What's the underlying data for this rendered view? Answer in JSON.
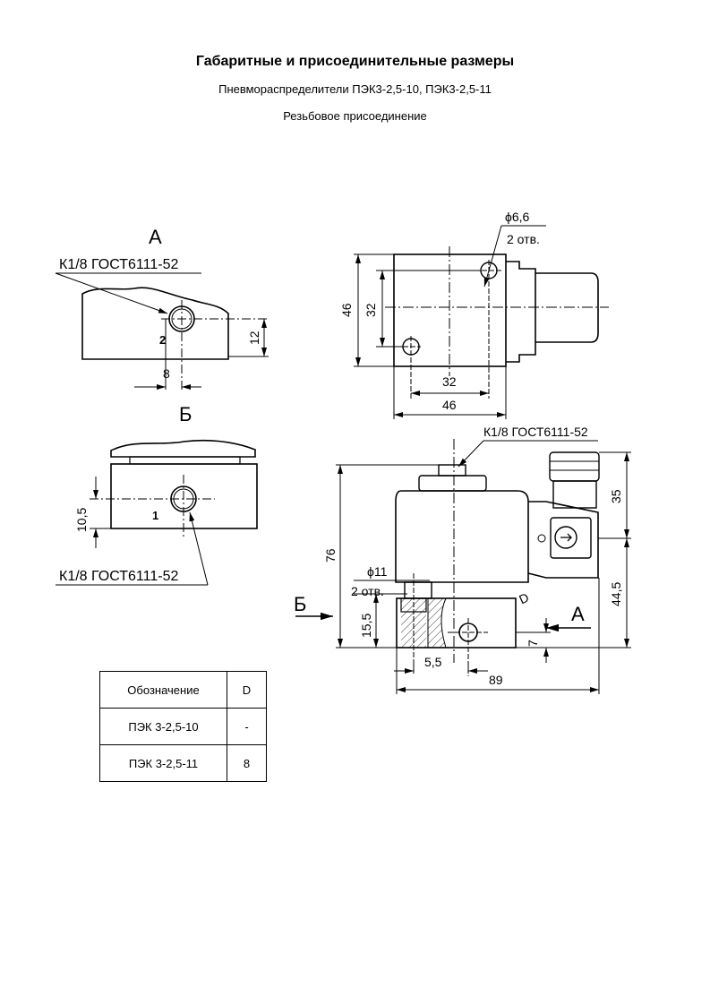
{
  "header": {
    "title": "Габаритные и присоединительные размеры",
    "subtitle": "Пневмораспределители ПЭК3-2,5-10, ПЭК3-2,5-11",
    "connection": "Резьбовое присоединение"
  },
  "views": {
    "view_a": {
      "label": "А",
      "thread": "К1/8 ГОСТ6111-52",
      "port": "2",
      "dim_height": "12",
      "dim_width": "8"
    },
    "view_b": {
      "label": "Б",
      "thread": "К1/8 ГОСТ6111-52",
      "port": "1",
      "dim_height": "10,5"
    },
    "top": {
      "hole_diam": "ϕ6,6",
      "holes": "2 отв.",
      "dim_46_v": "46",
      "dim_32_v": "32",
      "dim_32_h": "32",
      "dim_46_h": "46"
    },
    "front": {
      "thread": "К1/8 ГОСТ6111-52",
      "dim_76": "76",
      "dim_35": "35",
      "dim_44_5": "44,5",
      "hole_diam": "ϕ11",
      "holes": "2 отв.",
      "dim_15_5": "15,5",
      "dim_5_5": "5,5",
      "dim_89": "89",
      "dim_7": "7",
      "d_label": "D",
      "arrow_b": "Б",
      "arrow_a": "А"
    }
  },
  "table": {
    "headers": [
      "Обозначение",
      "D"
    ],
    "rows": [
      [
        "ПЭК 3-2,5-10",
        "-"
      ],
      [
        "ПЭК 3-2,5-11",
        "8"
      ]
    ]
  }
}
